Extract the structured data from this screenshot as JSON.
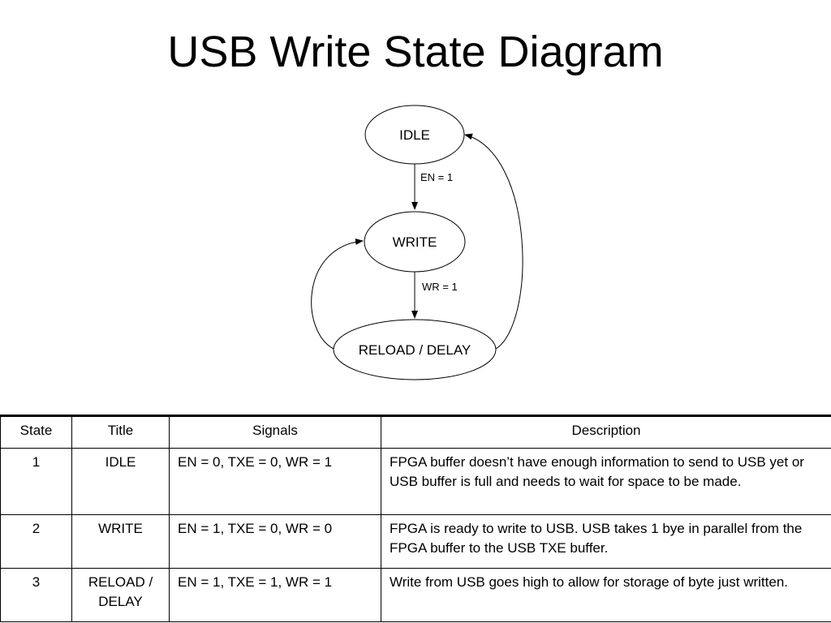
{
  "title": "USB Write State Diagram",
  "diagram": {
    "nodes": [
      {
        "id": "idle",
        "label": "IDLE"
      },
      {
        "id": "write",
        "label": "WRITE"
      },
      {
        "id": "reload",
        "label": "RELOAD / DELAY"
      }
    ],
    "edges": [
      {
        "from": "idle",
        "to": "write",
        "label": "EN = 1"
      },
      {
        "from": "write",
        "to": "reload",
        "label": "WR = 1"
      },
      {
        "from": "reload",
        "to": "write",
        "label": ""
      },
      {
        "from": "reload",
        "to": "idle",
        "label": ""
      }
    ]
  },
  "table": {
    "headers": [
      "State",
      "Title",
      "Signals",
      "Description"
    ],
    "rows": [
      [
        "1",
        "IDLE",
        "EN = 0, TXE = 0, WR = 1",
        "FPGA buffer doesn’t have enough information to send to USB yet or USB buffer is full and needs to wait for space to be made."
      ],
      [
        "2",
        "WRITE",
        "EN = 1, TXE = 0, WR = 0",
        "FPGA is ready to write to USB.  USB takes 1 bye in parallel from the FPGA buffer to the USB TXE buffer."
      ],
      [
        "3",
        "RELOAD / DELAY",
        "EN = 1, TXE = 1, WR = 1",
        "Write from USB goes high to allow for storage of byte just written."
      ]
    ]
  }
}
